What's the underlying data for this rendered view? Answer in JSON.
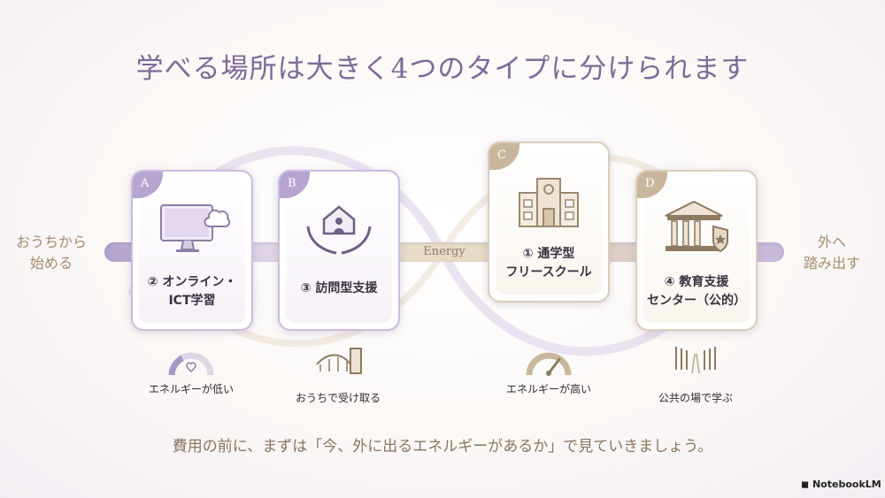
{
  "title": "学べる場所は大きく4つのタイプに分けられます",
  "flow": {
    "left_label": "おうちから\n始める",
    "right_label": "外へ\n踏み出す",
    "center_label": "Energy"
  },
  "cards": [
    {
      "badge": "A",
      "label": "② オンライン・\nICT学習",
      "icon": "computer-cloud-icon",
      "sub_label": "エネルギーが低い",
      "sub_icon": "low-energy-gauge-icon"
    },
    {
      "badge": "B",
      "label": "③ 訪問型支援",
      "icon": "house-hands-icon",
      "sub_label": "おうちで受け取る",
      "sub_icon": "door-bridge-icon"
    },
    {
      "badge": "C",
      "label": "① 通学型\nフリースクール",
      "icon": "school-building-icon",
      "sub_label": "エネルギーが高い",
      "sub_icon": "high-energy-gauge-icon"
    },
    {
      "badge": "D",
      "label": "④ 教育支援\nセンター（公的）",
      "icon": "public-building-shield-icon",
      "sub_label": "公共の場で学ぶ",
      "sub_icon": "open-gate-road-icon"
    }
  ],
  "footer_text": "費用の前に、まずは「今、外に出るエネルギーがあるか」で見ていきましょう。",
  "brand": "NotebookLM",
  "colors": {
    "purple": "#b5a5cf",
    "gold": "#c9b79d",
    "title": "#7e6a99"
  }
}
